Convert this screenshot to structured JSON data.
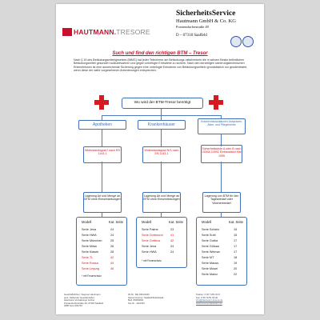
{
  "brand": {
    "logo_text": "HAUTMANN.",
    "logo_text_thin": "TRESORE"
  },
  "company": {
    "name": "SicherheitsService",
    "line2": "Hautmann GmbH & Co. KG",
    "street": "Porstendorferstraße 49",
    "city": "D – 07318 Saalfeld"
  },
  "title": "Such und find den richtigen BTM – Tresor",
  "intro": "Nach § 15 des Betäubungsmittelgesetzes (BtMG) hat jeder Teilnehmer am Betäubungs mittelverkehr die in seinem Besitz befindlichen Betäubungsmittel gesondert aufzubewahren und gegen unbefugte Entnahme zu sichern. Nach den derzeitigen sicherungstechnischen Erkenntnissen ist eine ausreichende Sicherung gegen eine unbefugte Entnahme von Betäubungsmitteln grundsätzlich nur gewährleistet, wenn diese der dafür vorgesehenen Anforderungen entsprechen.",
  "question": "Wo wird der BTM-Tresor benötigt",
  "colors": {
    "accent_blue": "#3f6fb6",
    "accent_red": "#d71920",
    "logo_red": "#c8102e"
  },
  "columns": [
    {
      "category": "Apotheken",
      "requirement": "Widerstandsgrad I nach EN 1143-1",
      "storage": "Lagerung Art und Menge an BTM ohne Einschränkungen",
      "list_header": [
        "Modell",
        "Kat. Seite"
      ],
      "rows": [
        {
          "name": "Serie Jena",
          "page": "24",
          "red": false
        },
        {
          "name": "Serie HWA",
          "page": "24",
          "red": false
        },
        {
          "name": "Serie München",
          "page": "25",
          "red": false
        },
        {
          "name": "Serie Milan",
          "page": "26",
          "red": false
        },
        {
          "name": "Serie Klasek",
          "page": "28",
          "red": false
        },
        {
          "name": "Serie TL",
          "page": "42",
          "red": true
        },
        {
          "name": "Serie Rossa",
          "page": "44",
          "red": true
        },
        {
          "name": "Serie Leipzig",
          "page": "46",
          "red": true
        }
      ],
      "footnote": "* mit Feuerschutz"
    },
    {
      "category": "Krankenhäuser",
      "requirement": "Widerstandsgrad N/S nach EN 1143-1",
      "storage": "Lagerung Art und Menge an BTM ohne Einschränkungen",
      "list_header": [
        "Modell",
        "Kat. Seite"
      ],
      "rows": [
        {
          "name": "Serie Palme",
          "page": "23",
          "red": false
        },
        {
          "name": "Serie Dortmund",
          "page": "41",
          "red": true
        },
        {
          "name": "Serie Gottbus",
          "page": "42",
          "red": true
        },
        {
          "name": "Serie Jena",
          "page": "24",
          "red": false
        },
        {
          "name": "Serie HWA",
          "page": "24",
          "red": false
        }
      ],
      "footnote": "* mit Feuerschutz"
    },
    {
      "category": "Krankenhausstationen Arztpraxen, Alten- und Pflegeheime",
      "requirement": "Sicherheitsstufe A oder B nach VDMA 24992 Einbaustand Mai 1995",
      "storage": "Lagerung von BTM für den Tagesbedarf oder Wochenbedarf",
      "list_header": [
        "Modell",
        "Kat. Seite"
      ],
      "rows": [
        {
          "name": "Serie Schleiz",
          "page": "15",
          "red": false
        },
        {
          "name": "Serie Suhl",
          "page": "15",
          "red": false
        },
        {
          "name": "Serie Gotha",
          "page": "17",
          "red": false
        },
        {
          "name": "Serie Gölsau",
          "page": "17",
          "red": false
        },
        {
          "name": "Serie Weimar",
          "page": "17",
          "red": false
        },
        {
          "name": "Serie MT",
          "page": "18",
          "red": false
        },
        {
          "name": "Serie Mauss",
          "page": "19",
          "red": false
        },
        {
          "name": "Serie Mosel",
          "page": "20",
          "red": false
        },
        {
          "name": "Serie Mainz",
          "page": "22",
          "red": false
        }
      ],
      "footnote": ""
    }
  ],
  "footer": {
    "col1": [
      "Geschäftsführer: Siegmar Hautmann",
      "pers. Haftender Gesellschafter:",
      "Hautmann Verwaltungs GmbH",
      "Porstendorferstraße 49, 07318 Saalfeld",
      "HRB Jena 302734"
    ],
    "col2": [
      "ID-Nr.: DE 2004/4344",
      "Steuernummer: Saalfeld/Rudolstadt",
      "BLZ: 83050000",
      "Kto-Nr.: 1112233"
    ],
    "col3": [
      "Telefon: 0 36 71/51 53 0",
      "Fax: 0 36 71/51 53 20"
    ],
    "email": "info@hautmann-tresore.de",
    "web": "www.tresore-hautmann.de"
  }
}
